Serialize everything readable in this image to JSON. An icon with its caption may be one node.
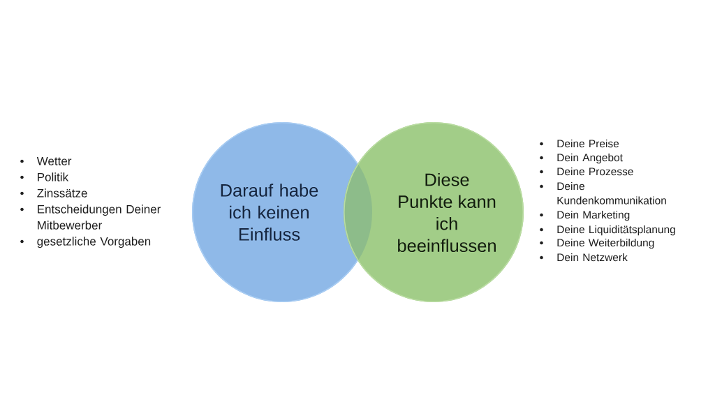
{
  "diagram": {
    "nodes": [
      {
        "text": [
          "Darauf habe ich keinen Einfluss"
        ],
        "beside": [
          "Wetter",
          "Politik",
          "Zinssätze",
          "Entscheidungen Deiner Mitbewerber",
          "gesetzliche Vorgaben"
        ]
      },
      {
        "text": [
          "Diese Punkte kann ich beeinflussen"
        ],
        "beside": [
          "Deine Preise",
          "Dein Angebot",
          "Deine Prozesse",
          "Deine Kundenkommunikation",
          "Dein Marketing",
          "Deine Liquiditätsplanung",
          "Deine Weiterbildung",
          "Dein Netzwerk"
        ]
      }
    ]
  }
}
